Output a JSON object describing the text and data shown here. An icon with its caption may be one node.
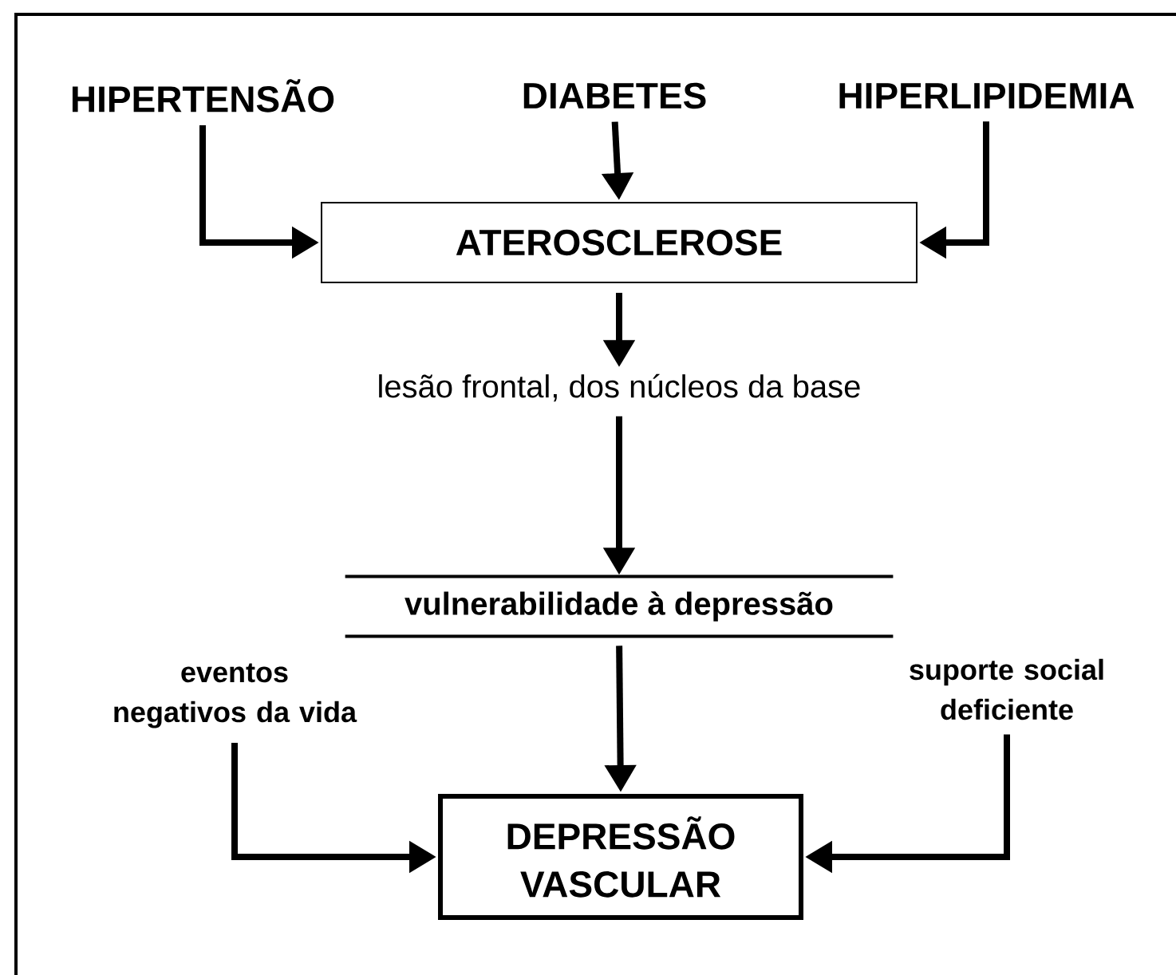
{
  "diagram": {
    "nodes": [
      {
        "text": [
          "HIPERTENSÃO"
        ]
      },
      {
        "text": [
          "DIABETES"
        ]
      },
      {
        "text": [
          "HIPERLIPIDEMIA"
        ]
      },
      {
        "text": [
          "ATEROSCLEROSE"
        ]
      },
      {
        "text": [
          "lesão frontal, dos núcleos da base"
        ]
      },
      {
        "text": [
          "vulnerabilidade à depressão"
        ]
      },
      {
        "text": [
          "eventos negativos da vida"
        ]
      },
      {
        "text": [
          "suporte social deficiente"
        ]
      },
      {
        "text": [
          "DEPRESSÃO VASCULAR"
        ]
      }
    ],
    "edges": [
      {
        "from": 0,
        "to": 3,
        "arrow": "to"
      },
      {
        "from": 1,
        "to": 3,
        "arrow": "to"
      },
      {
        "from": 2,
        "to": 3,
        "arrow": "to"
      },
      {
        "from": 3,
        "to": 4,
        "arrow": "to"
      },
      {
        "from": 4,
        "to": 5,
        "arrow": "to"
      },
      {
        "from": 5,
        "to": 8,
        "arrow": "to"
      },
      {
        "from": 6,
        "to": 8,
        "arrow": "to"
      },
      {
        "from": 7,
        "to": 8,
        "arrow": "to"
      }
    ]
  }
}
